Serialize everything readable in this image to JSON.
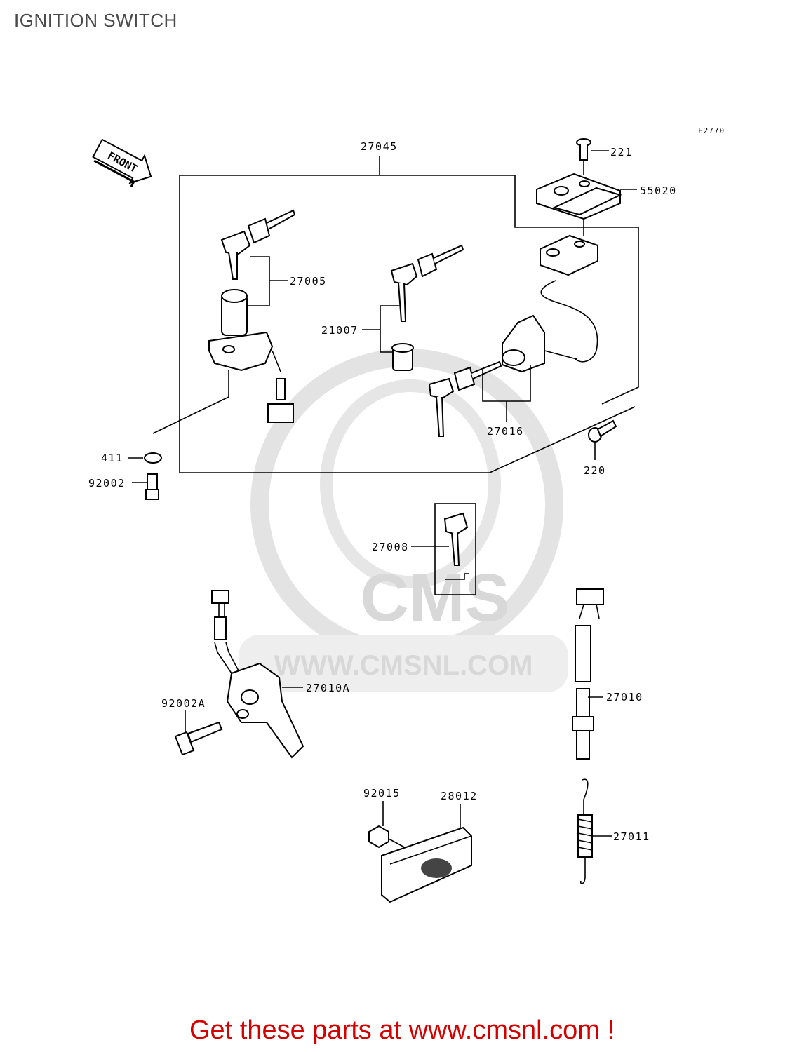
{
  "page": {
    "title": "IGNITION SWITCH"
  },
  "figure_id": "F2770",
  "direction_arrow": "FRONT",
  "watermark": {
    "brand": "CMS",
    "url": "WWW.CMSNL.COM"
  },
  "part_numbers": {
    "p27045": "27045",
    "p221": "221",
    "p55020": "55020",
    "p27005": "27005",
    "p21007": "21007",
    "p27016": "27016",
    "p411": "411",
    "p92002": "92002",
    "p220": "220",
    "p27008": "27008",
    "p27010A": "27010A",
    "p92002A": "92002A",
    "p27010": "27010",
    "p92015": "92015",
    "p28012": "28012",
    "p27011": "27011"
  },
  "cta": "Get these parts at www.cmsnl.com !"
}
